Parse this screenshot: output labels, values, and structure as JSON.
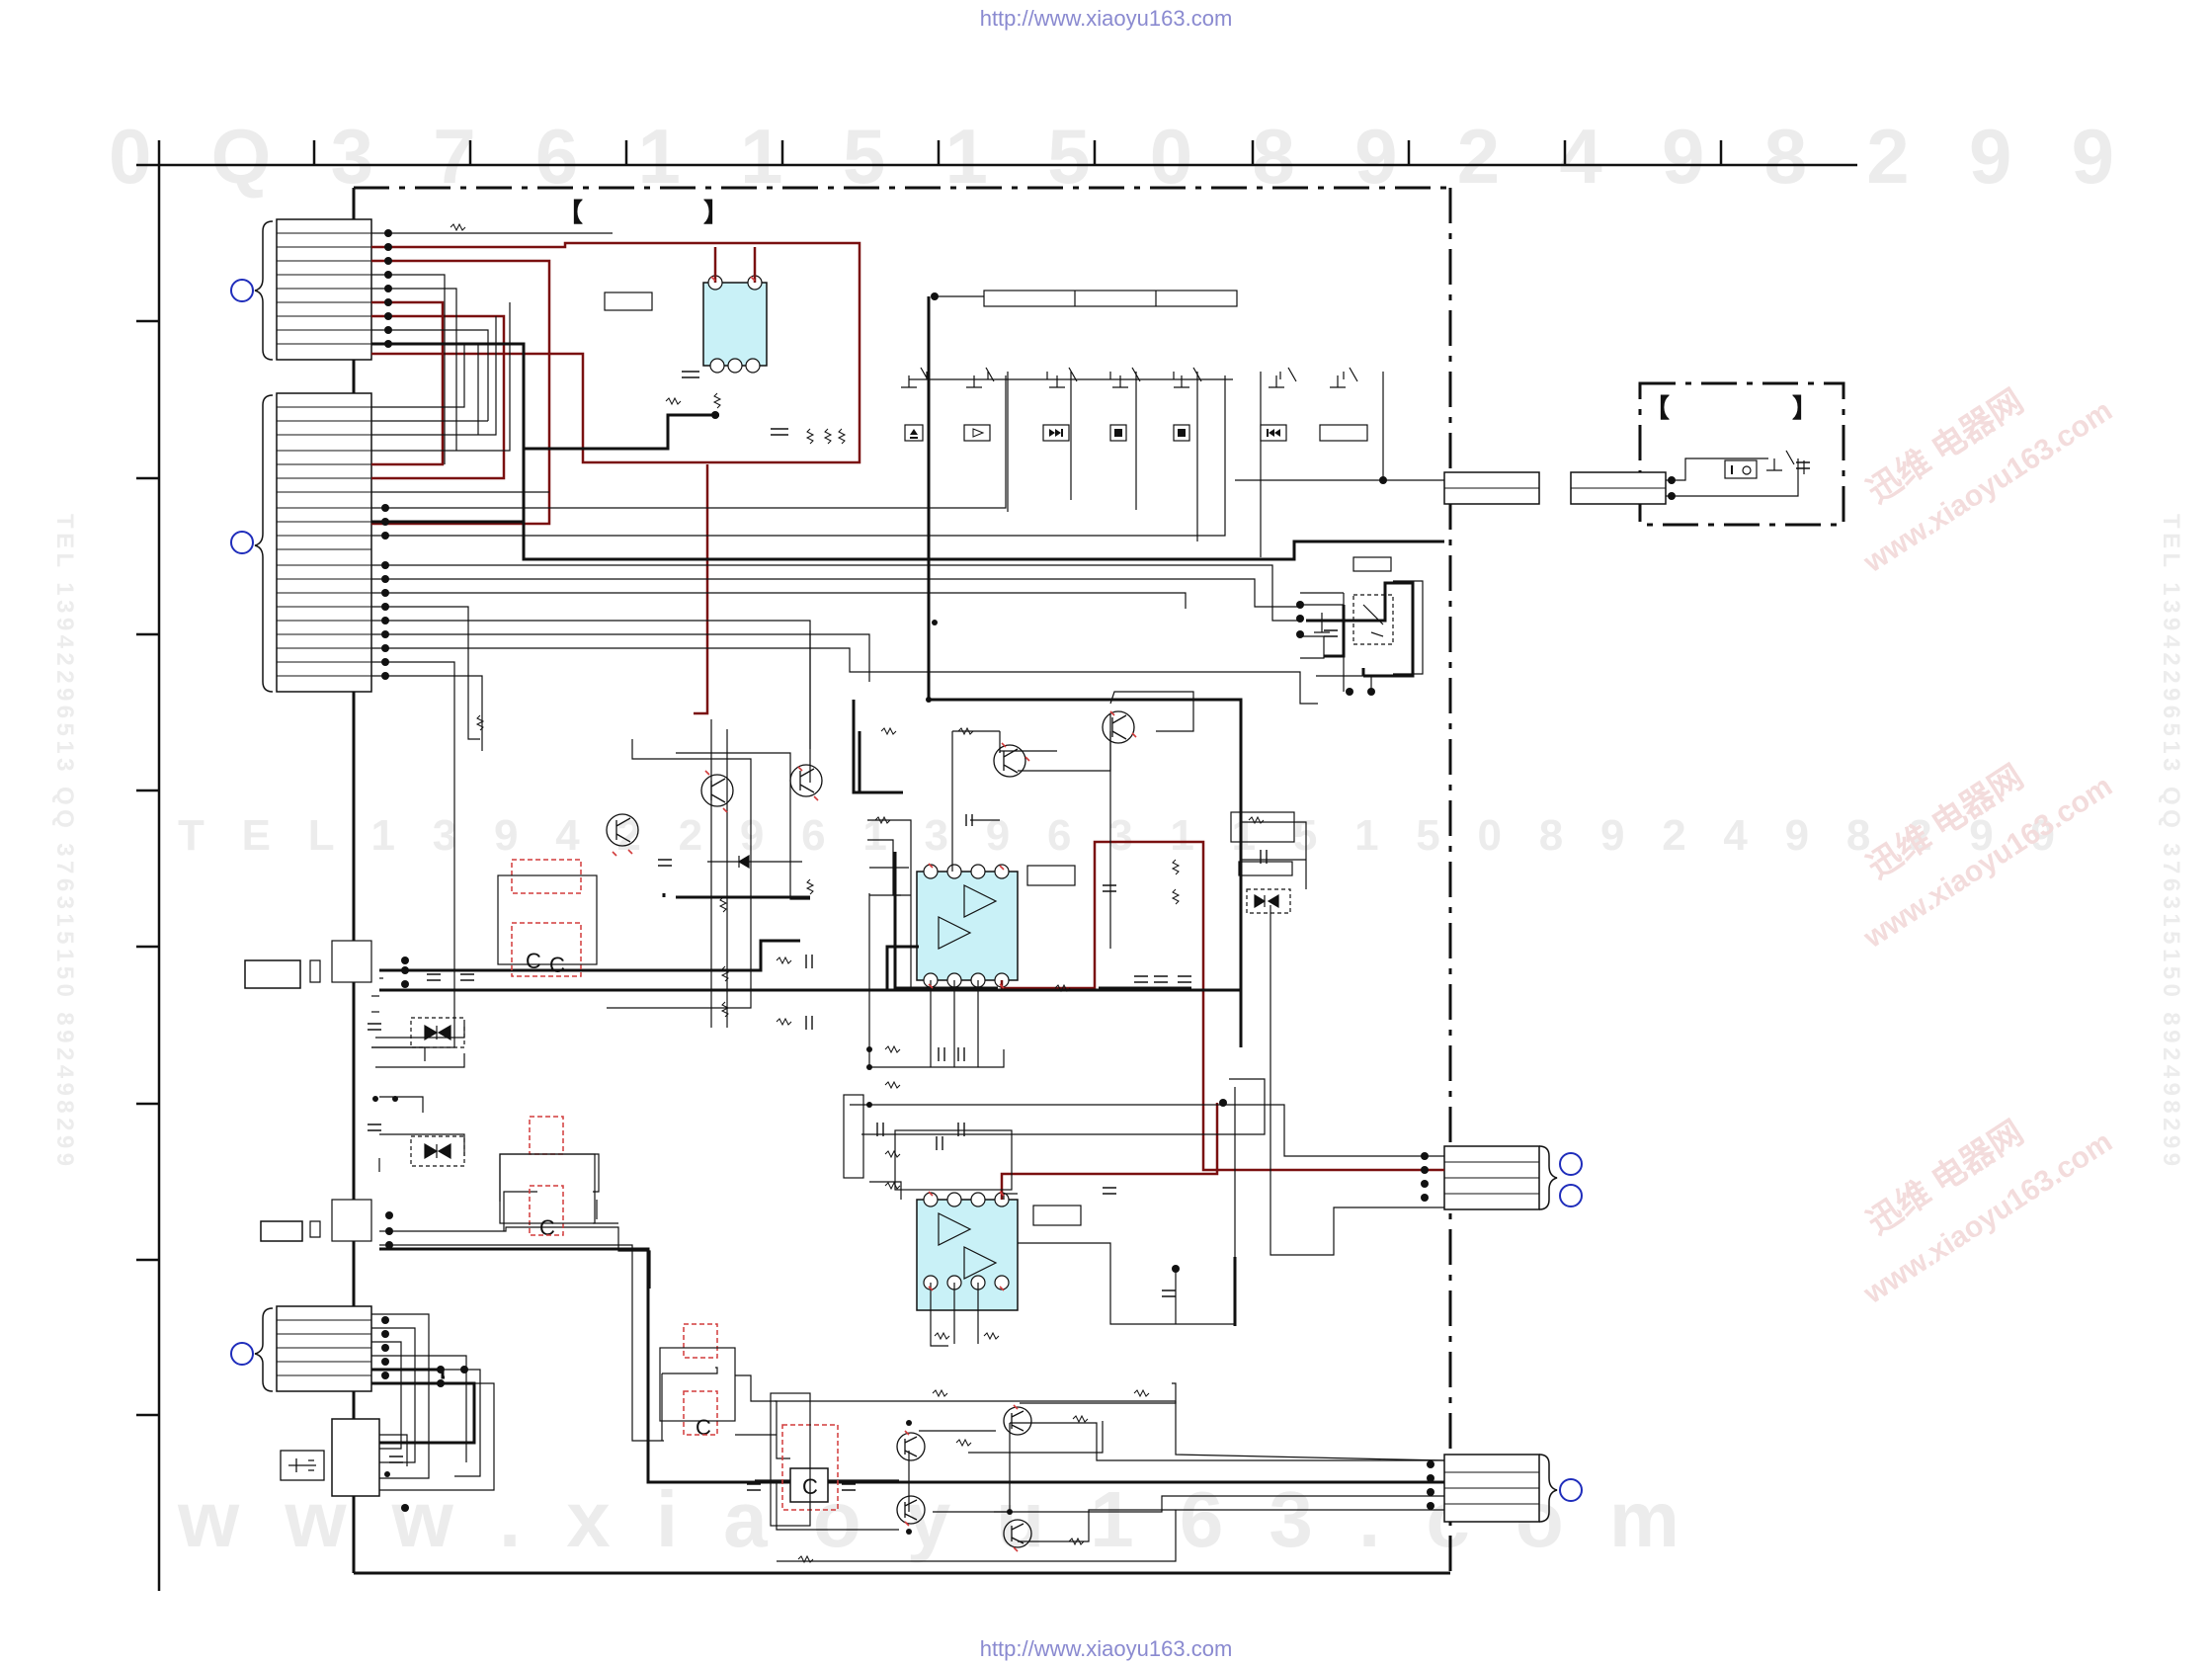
{
  "header_url": "http://www.xiaoyu163.com",
  "footer_url": "http://www.xiaoyu163.com",
  "watermarks": {
    "top_row": "0 Q 3 7 6 1 1 5 1 5 0      8 9 2 4 9 8 2 9 9",
    "tel_row": "T E L  1 3 9 4 2 2 9 6 1 3   9 6 3 1 1 5 1 5 0   8 9 2 4 9 8 2 9 9",
    "web_row": "w w w . x i a o y u 1 6 3 . c o m",
    "side_left": "TEL 13942296513  QQ 376315150  892498299",
    "side_right": "TEL 13942296513  QQ 376315150  892498299",
    "stamp_title": "迅维 电器网",
    "stamp_url": "www.xiaoyu163.com"
  },
  "labels": {
    "bracket_top_open": "【",
    "bracket_top_close": "】",
    "bracket_right_open": "【",
    "bracket_right_close": "】",
    "ic_letter": "C"
  },
  "colors": {
    "wire": "#111111",
    "wire_red": "#7a1010",
    "ic_fill": "#c9f1f7",
    "connector_ring": "#1f2dbb",
    "dashed_red": "#d23b3b",
    "watermark": "#ececec"
  },
  "icons": [
    "eject-icon",
    "play-icon",
    "next-icon",
    "stop-icon",
    "stop-icon",
    "previous-icon",
    "power-icon",
    "usb-icon"
  ]
}
